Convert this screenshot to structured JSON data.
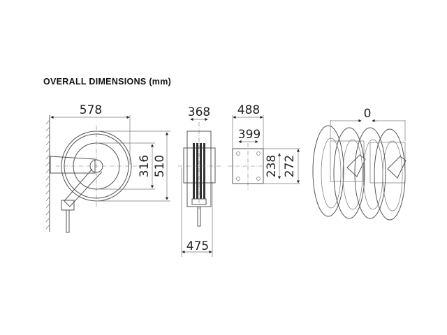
{
  "title": "OVERALL DIMENSIONS (mm)",
  "side_view": {
    "width": "578",
    "inner_height": "316",
    "outer_height": "510"
  },
  "front_view": {
    "top_width": "368",
    "bottom_width": "475"
  },
  "bracket": {
    "outer_width": "488",
    "hole_spacing_width": "399",
    "hole_spacing_height": "238",
    "outer_height": "272"
  },
  "multi_reel": {
    "gap": "0"
  }
}
